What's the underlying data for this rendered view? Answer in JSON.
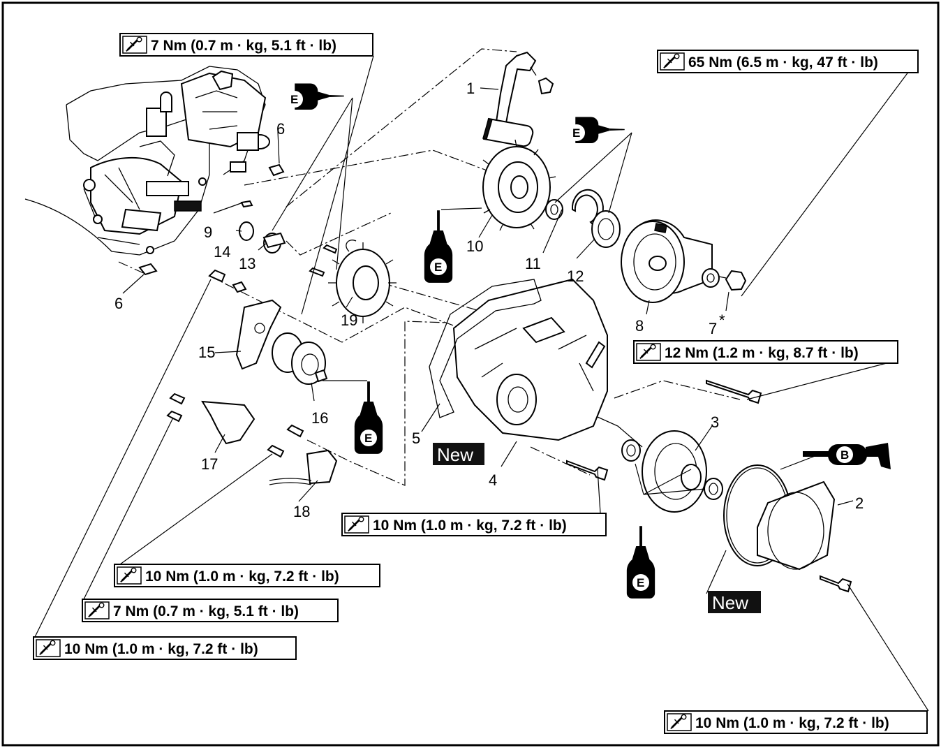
{
  "parts": [
    {
      "label": "1"
    },
    {
      "label": "2"
    },
    {
      "label": "3"
    },
    {
      "label": "4"
    },
    {
      "label": "5"
    },
    {
      "label": "6"
    },
    {
      "label": "6"
    },
    {
      "label": "7"
    },
    {
      "label": "8"
    },
    {
      "label": "9"
    },
    {
      "label": "10"
    },
    {
      "label": "11"
    },
    {
      "label": "12"
    },
    {
      "label": "13"
    },
    {
      "label": "14"
    },
    {
      "label": "15"
    },
    {
      "label": "16"
    },
    {
      "label": "17"
    },
    {
      "label": "18"
    },
    {
      "label": "19"
    }
  ],
  "torque_specs": [
    {
      "text": "7 Nm (0.7 m · kg, 5.1 ft · lb)"
    },
    {
      "text": "65 Nm (6.5 m · kg, 47 ft · lb)"
    },
    {
      "text": "12 Nm (1.2 m · kg, 8.7 ft · lb)"
    },
    {
      "text": "10 Nm (1.0 m · kg, 7.2 ft · lb)"
    },
    {
      "text": "10 Nm (1.0 m · kg, 7.2 ft · lb)"
    },
    {
      "text": "7 Nm (0.7 m · kg, 5.1 ft · lb)"
    },
    {
      "text": "10 Nm (1.0 m · kg, 7.2 ft · lb)"
    },
    {
      "text": "10 Nm (1.0 m · kg, 7.2 ft · lb)"
    }
  ],
  "new_badges": [
    {
      "text": "New"
    },
    {
      "text": "New"
    }
  ],
  "lubricant_markers": [
    {
      "letter": "E",
      "icon": "engine-oil-can-icon"
    },
    {
      "letter": "E",
      "icon": "engine-oil-can-icon"
    },
    {
      "letter": "E",
      "icon": "engine-oil-bottle-icon"
    },
    {
      "letter": "E",
      "icon": "engine-oil-bottle-icon"
    },
    {
      "letter": "E",
      "icon": "engine-oil-bottle-icon"
    },
    {
      "letter": "B",
      "icon": "grease-gun-icon"
    }
  ],
  "asterisk": "*",
  "icons": {
    "torque": "torque-wrench-icon"
  }
}
